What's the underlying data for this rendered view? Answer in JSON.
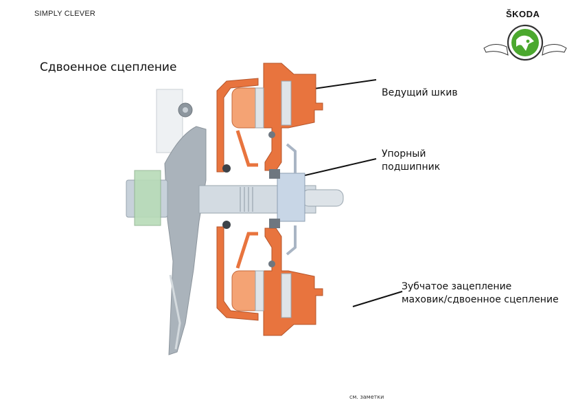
{
  "header": {
    "slogan": "SIMPLY CLEVER",
    "brand": "ŠKODA",
    "logo_icon": "skoda-winged-arrow-logo",
    "logo_color": "#4ba82e"
  },
  "title": "Сдвоенное сцепление",
  "labels": {
    "drive_pulley": "Ведущий шкив",
    "thrust_bearing_line1": "Упорный",
    "thrust_bearing_line2": "подшипник",
    "gearing_line1": "Зубчатое зацепление",
    "gearing_line2": "маховик/сдвоенное сцепление"
  },
  "footer": {
    "notes": "см. заметки"
  },
  "colors": {
    "clutch_orange": "#e8743e",
    "clutch_orange_light": "#f4a374",
    "shaft_gray": "#c9d3dc",
    "lever_gray": "#a9b2ba"
  }
}
